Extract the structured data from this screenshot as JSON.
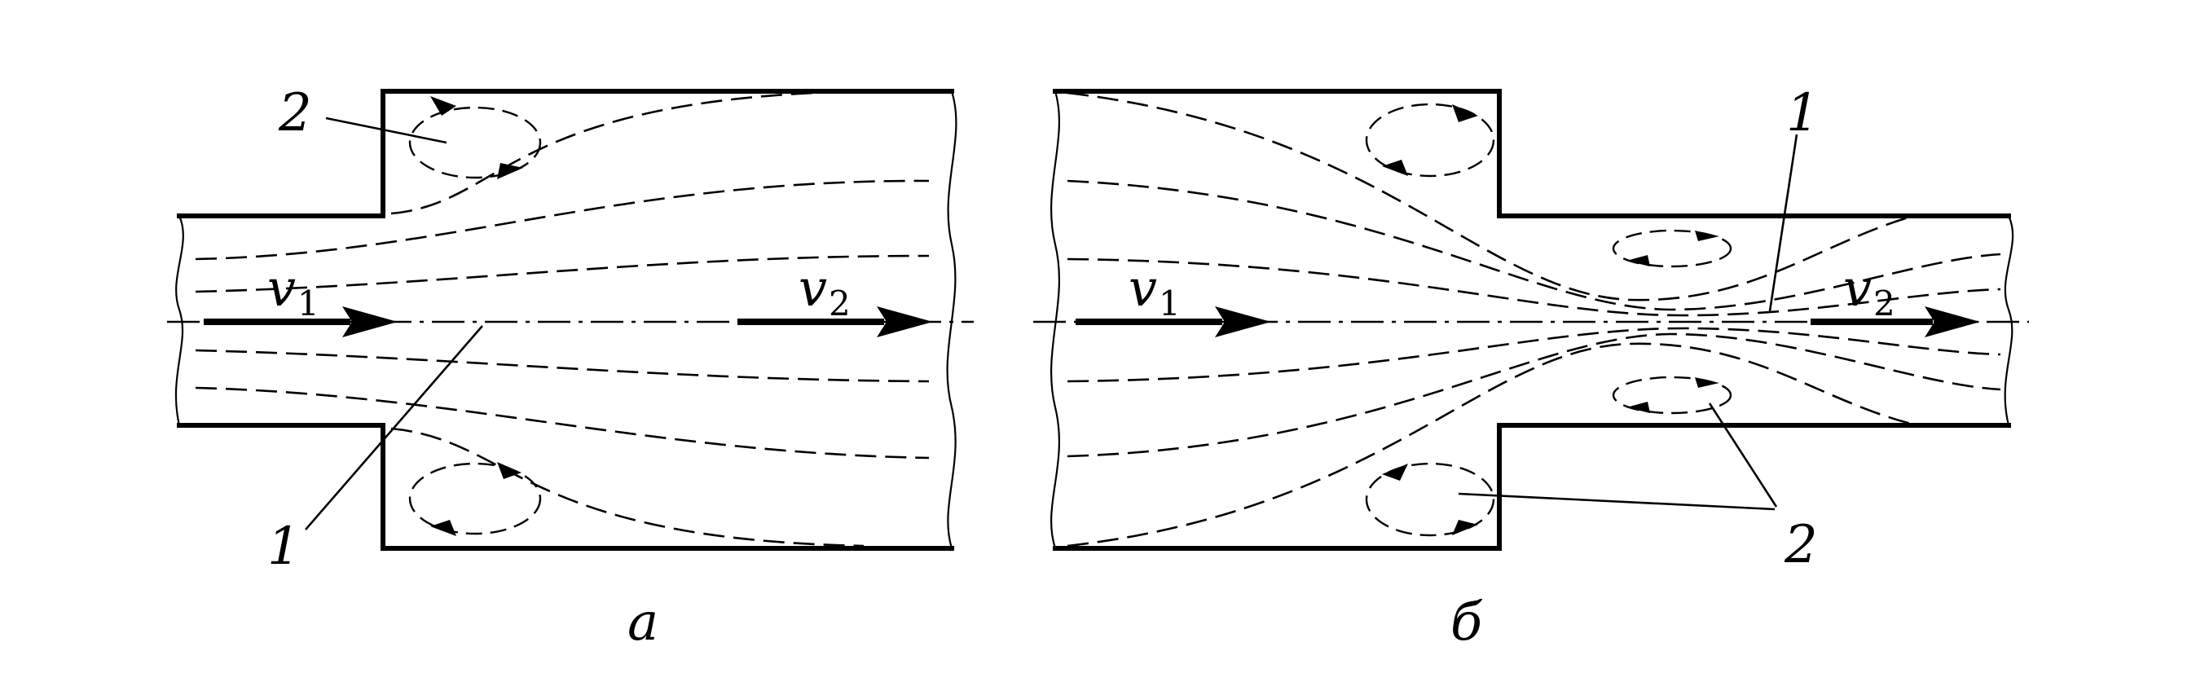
{
  "panels": {
    "a": {
      "caption": "а",
      "v_in": {
        "main": "v",
        "sub": "1"
      },
      "v_out": {
        "main": "v",
        "sub": "2"
      },
      "label_axis": "1",
      "label_vortex": "2"
    },
    "b": {
      "caption": "б",
      "v_in": {
        "main": "v",
        "sub": "1"
      },
      "v_out": {
        "main": "v",
        "sub": "2"
      },
      "label_axis": "1",
      "label_vortex": "2"
    }
  }
}
